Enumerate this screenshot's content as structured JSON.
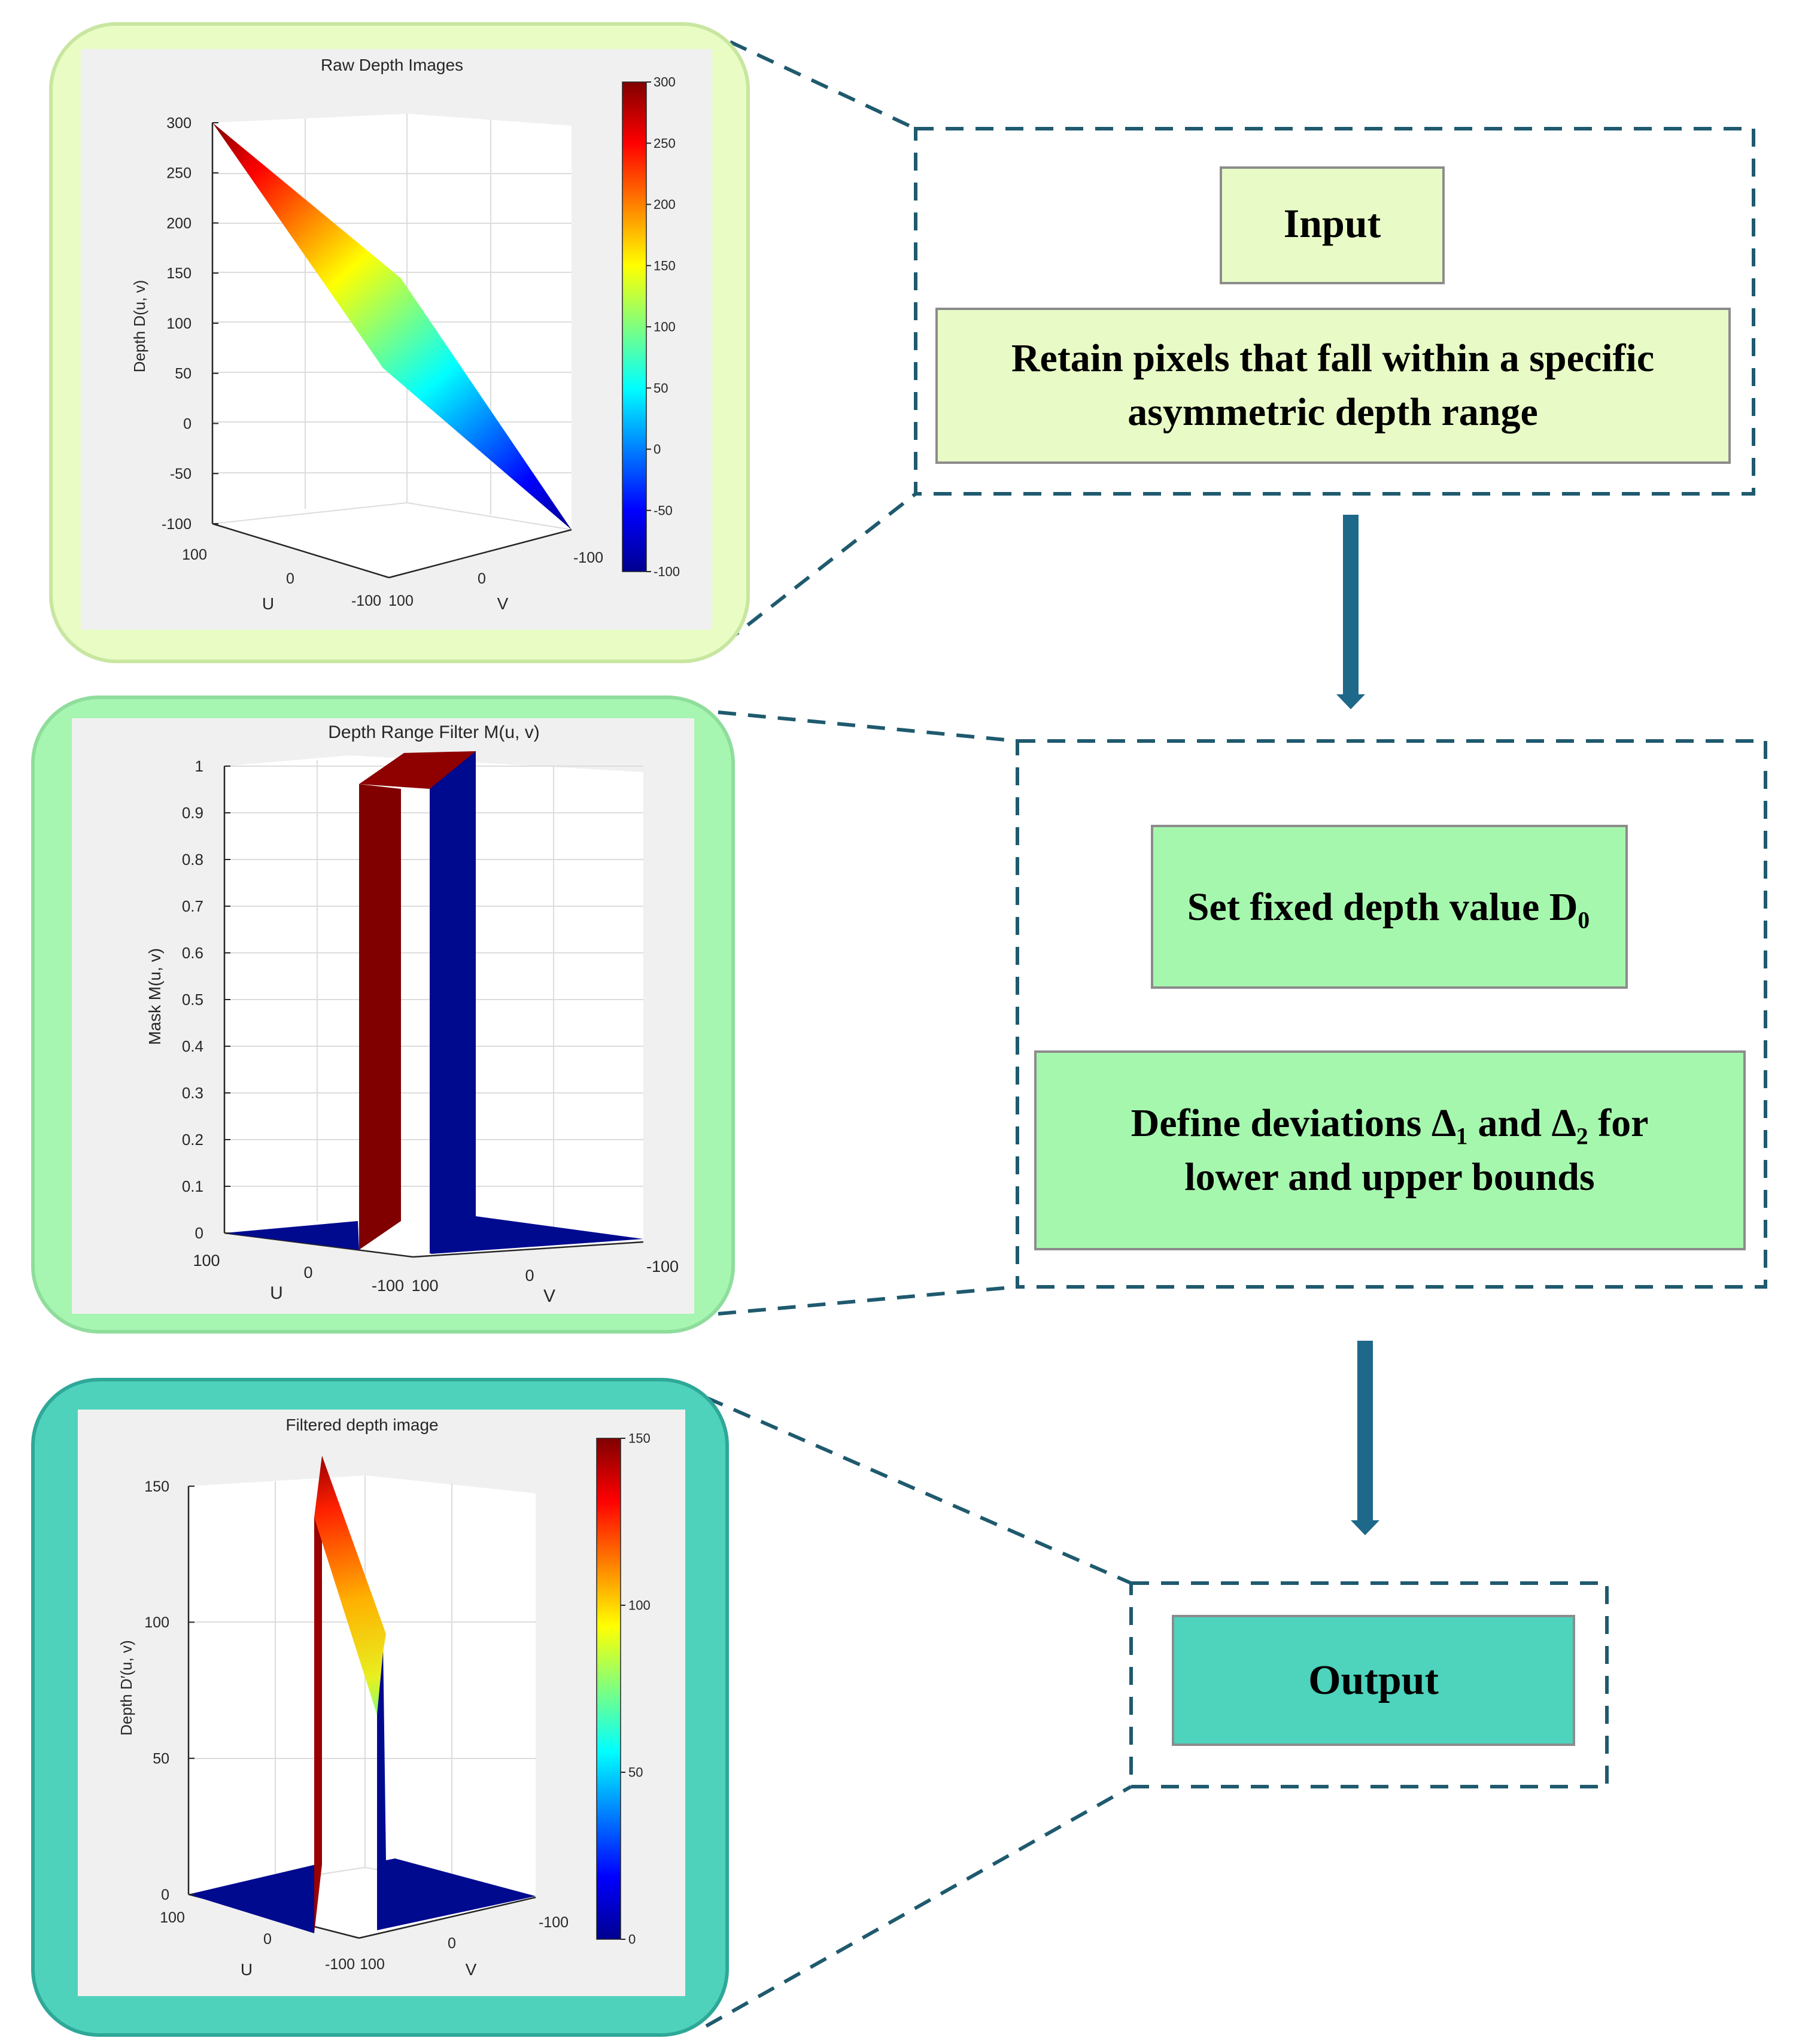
{
  "colors": {
    "panel1_border": "#c8e6a0",
    "panel1_fill": "#e8fcc4",
    "panel2_border": "#8fdd9c",
    "panel2_fill": "#a6f5b0",
    "panel3_border": "#2ea898",
    "panel3_fill": "#4fd2bc",
    "dash": "#1f5a6e",
    "arrow": "#1e6889",
    "box1": "#e8fbc6",
    "box2": "#a6f7ae",
    "box3": "#4ed3bd",
    "colormap": "jet"
  },
  "panels": [
    {
      "chart_data": {
        "type": "surface3d",
        "title": "Raw Depth Images",
        "zlabel": "Depth D(u, v)",
        "xlabel": "U",
        "ylabel": "V",
        "ztick_labels": [
          "300",
          "250",
          "200",
          "150",
          "100",
          "50",
          "0",
          "-50",
          "-100"
        ],
        "u_tick_labels": [
          "100",
          "0",
          "-100"
        ],
        "v_tick_labels": [
          "100",
          "0",
          "-100"
        ],
        "zlim": [
          -100,
          300
        ],
        "colorbar": {
          "ticks": [
            "300",
            "250",
            "200",
            "150",
            "100",
            "50",
            "0",
            "-50",
            "-100"
          ],
          "range": [
            -100,
            300
          ]
        }
      }
    },
    {
      "chart_data": {
        "type": "surface3d",
        "title": "Depth Range Filter M(u, v)",
        "zlabel": "Mask M(u, v)",
        "xlabel": "U",
        "ylabel": "V",
        "ztick_labels": [
          "1",
          "0.9",
          "0.8",
          "0.7",
          "0.6",
          "0.5",
          "0.4",
          "0.3",
          "0.2",
          "0.1",
          "0"
        ],
        "u_tick_labels": [
          "100",
          "0",
          "-100"
        ],
        "v_tick_labels": [
          "100",
          "0",
          "-100"
        ],
        "zlim": [
          0,
          1
        ]
      }
    },
    {
      "chart_data": {
        "type": "surface3d",
        "title": "Filtered depth image",
        "zlabel": "Depth D′(u, v)",
        "xlabel": "U",
        "ylabel": "V",
        "ztick_labels": [
          "150",
          "100",
          "50",
          "0"
        ],
        "u_tick_labels": [
          "100",
          "0",
          "-100"
        ],
        "v_tick_labels": [
          "100",
          "0",
          "-100"
        ],
        "zlim": [
          0,
          150
        ],
        "colorbar": {
          "ticks": [
            "150",
            "100",
            "50",
            "0"
          ],
          "range": [
            0,
            150
          ]
        }
      }
    }
  ],
  "boxes": {
    "input": "Input",
    "retain_line1": "Retain pixels that fall within a specific",
    "retain_line2": "asymmetric depth range",
    "set_depth": "Set fixed depth value D₀",
    "define_line1": "Define deviations Δ₁ and Δ₂ for",
    "define_line2": "lower and upper bounds",
    "output": "Output"
  }
}
